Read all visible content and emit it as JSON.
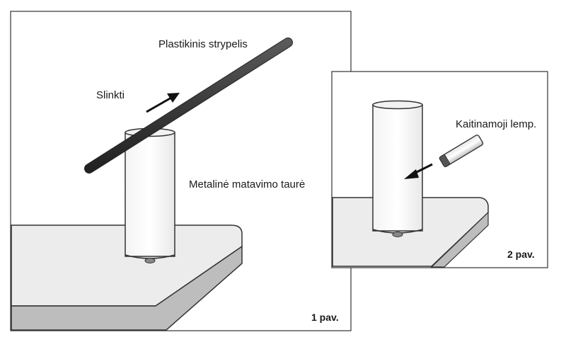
{
  "figure1": {
    "label_rod": "Plastikinis strypelis",
    "label_slide": "Slinkti",
    "label_cup": "Metalinė matavimo taurė",
    "caption": "1 pav."
  },
  "figure2": {
    "label_lamp": "Kaitinamoji lemp.",
    "caption": "2 pav."
  }
}
